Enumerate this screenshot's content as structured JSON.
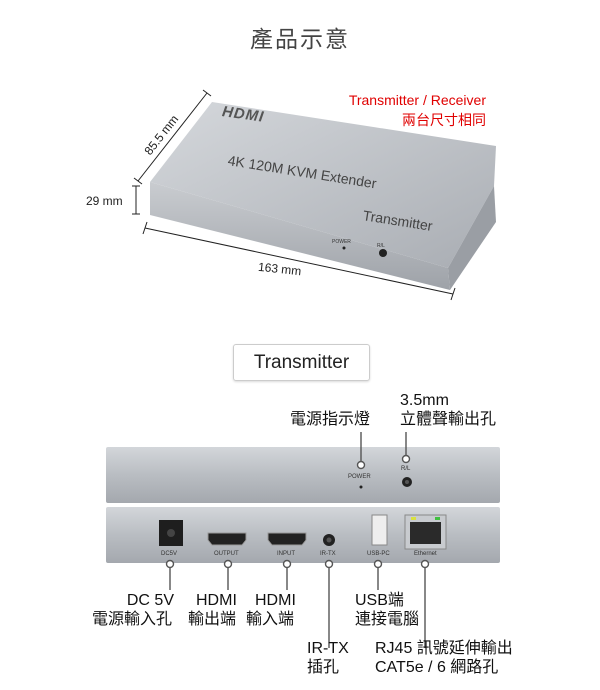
{
  "title": "產品示意",
  "note": {
    "line1": "Transmitter / Receiver",
    "line2": "兩台尺寸相同"
  },
  "device_top": {
    "logo": "HDMI",
    "model": "4K 120M KVM Extender",
    "role": "Transmitter",
    "power_label": "POWER",
    "rl_label": "R/L"
  },
  "dimensions": {
    "depth": "85.5 mm",
    "height": "29 mm",
    "width": "163 mm"
  },
  "section_label": "Transmitter",
  "front_panel": {
    "power_label": "POWER",
    "rl_label": "R/L",
    "callout_power": "電源指示燈",
    "callout_audio_line1": "3.5mm",
    "callout_audio_line2": "立體聲輸出孔"
  },
  "back_panel": {
    "ports": [
      "DC5V",
      "OUTPUT",
      "INPUT",
      "IR-TX",
      "USB-PC",
      "Ethernet"
    ],
    "callouts": {
      "dc_line1": "DC 5V",
      "dc_line2": "電源輸入孔",
      "out_line1": "HDMI",
      "out_line2": "輸出端",
      "in_line1": "HDMI",
      "in_line2": "輸入端",
      "ir_line1": "IR-TX",
      "ir_line2": "插孔",
      "usb_line1": "USB端",
      "usb_line2": "連接電腦",
      "eth_line1": "RJ45 訊號延伸輸出",
      "eth_line2": "CAT5e / 6 網路孔"
    }
  },
  "colors": {
    "accent": "#e00000",
    "device": "#b8bcc2"
  }
}
